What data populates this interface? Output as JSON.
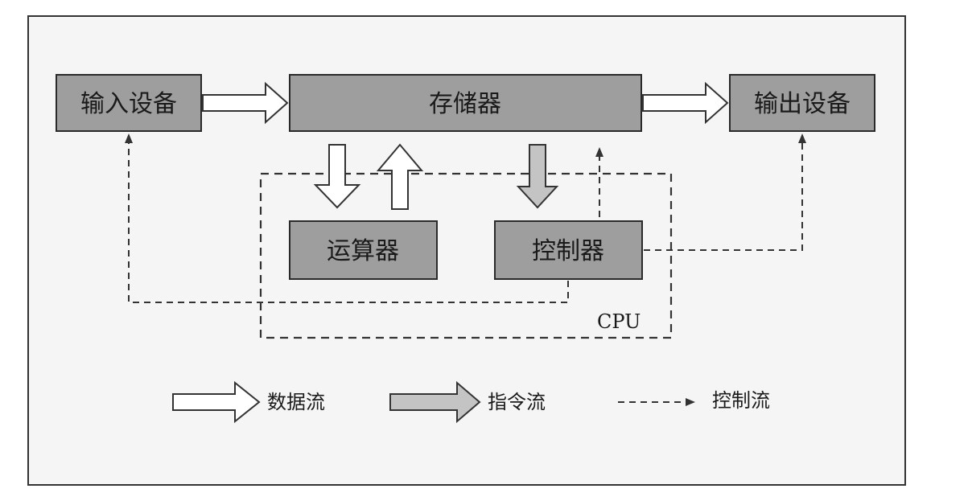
{
  "diagram": {
    "boxes": {
      "input_device": "输入设备",
      "memory": "存储器",
      "output_device": "输出设备",
      "alu": "运算器",
      "controller": "控制器"
    },
    "cpu_label": "CPU",
    "legend": {
      "data_flow": "数据流",
      "instruction_flow": "指令流",
      "control_flow": "控制流"
    }
  },
  "colors": {
    "box_fill": "#9e9e9e",
    "box_stroke": "#2a2a2a",
    "instruction_arrow_fill": "#c4c4c4",
    "line": "#333333",
    "frame_background": "#f5f5f5"
  }
}
